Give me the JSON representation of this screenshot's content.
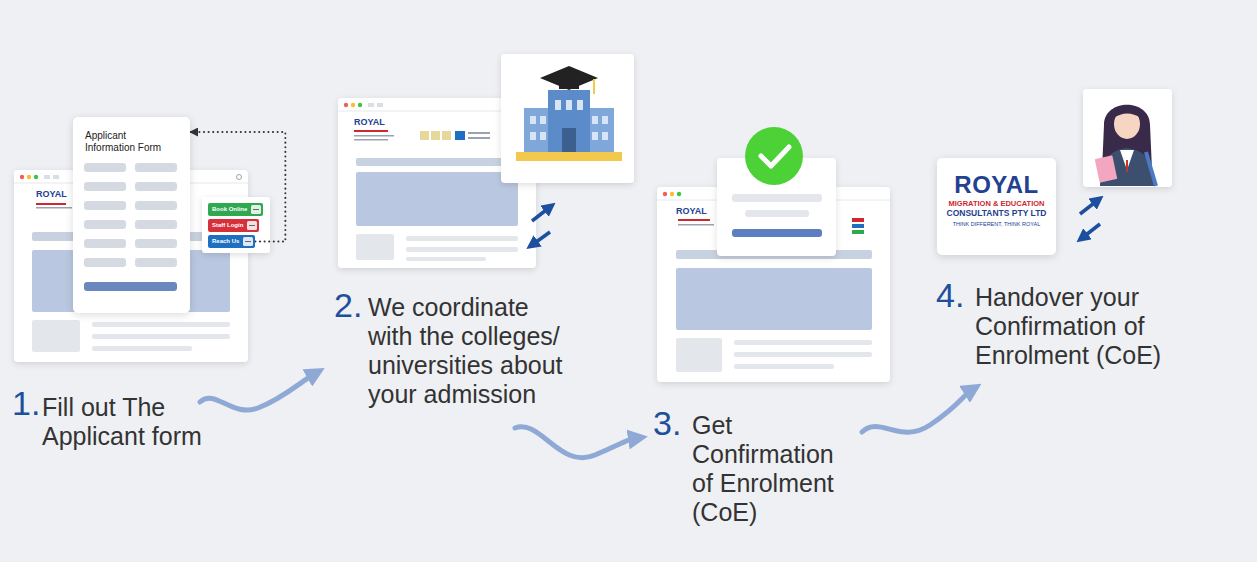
{
  "diagram": {
    "nodes": [
      {
        "text": [
          "Applicant Information Form"
        ]
      },
      {
        "text": [
          "Book Online"
        ]
      },
      {
        "text": [
          "Staff Login"
        ]
      },
      {
        "text": [
          "Reach Us"
        ]
      },
      {
        "text": [
          "ROYAL",
          "MIGRATION & EDUCATION",
          "CONSULTANTS PTY LTD",
          "THINK DIFFERENT, THINK ROYAL"
        ]
      }
    ],
    "edges": [
      {
        "from": 3,
        "to": 0,
        "arrow": "to"
      }
    ],
    "labels": [
      "ROYAL",
      "1.",
      "Fill out The Applicant form",
      "ROYAL",
      "2.",
      "We coordinate with the colleges/ universities about your admission",
      "ROYAL",
      "3.",
      "Get Confirmation of Enrolment (CoE)",
      "4.",
      "Handover your Confirmation of Enrolment (CoE)"
    ]
  }
}
